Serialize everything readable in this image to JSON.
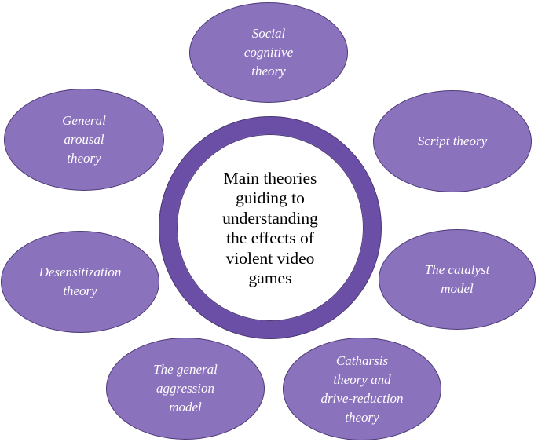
{
  "center": {
    "text": "Main theories\nguiding to\nunderstanding\nthe effects of\nviolent video\ngames"
  },
  "theories": [
    {
      "id": "social-cognitive",
      "text": "Social\ncognitive\ntheory"
    },
    {
      "id": "general-arousal",
      "text": "General\narousal\ntheory"
    },
    {
      "id": "script",
      "text": "Script theory"
    },
    {
      "id": "desensitization",
      "text": "Desensitization\ntheory"
    },
    {
      "id": "catalyst",
      "text": "The catalyst\nmodel"
    },
    {
      "id": "general-aggression",
      "text": "The general\naggression\nmodel"
    },
    {
      "id": "catharsis",
      "text": "Catharsis\ntheory and\ndrive-reduction\ntheory"
    }
  ],
  "colors": {
    "oval_fill": "#8b72bd",
    "oval_border": "#4d3a78",
    "ring": "#6b4fa6",
    "oval_text": "#ffffff",
    "center_text": "#000000"
  }
}
